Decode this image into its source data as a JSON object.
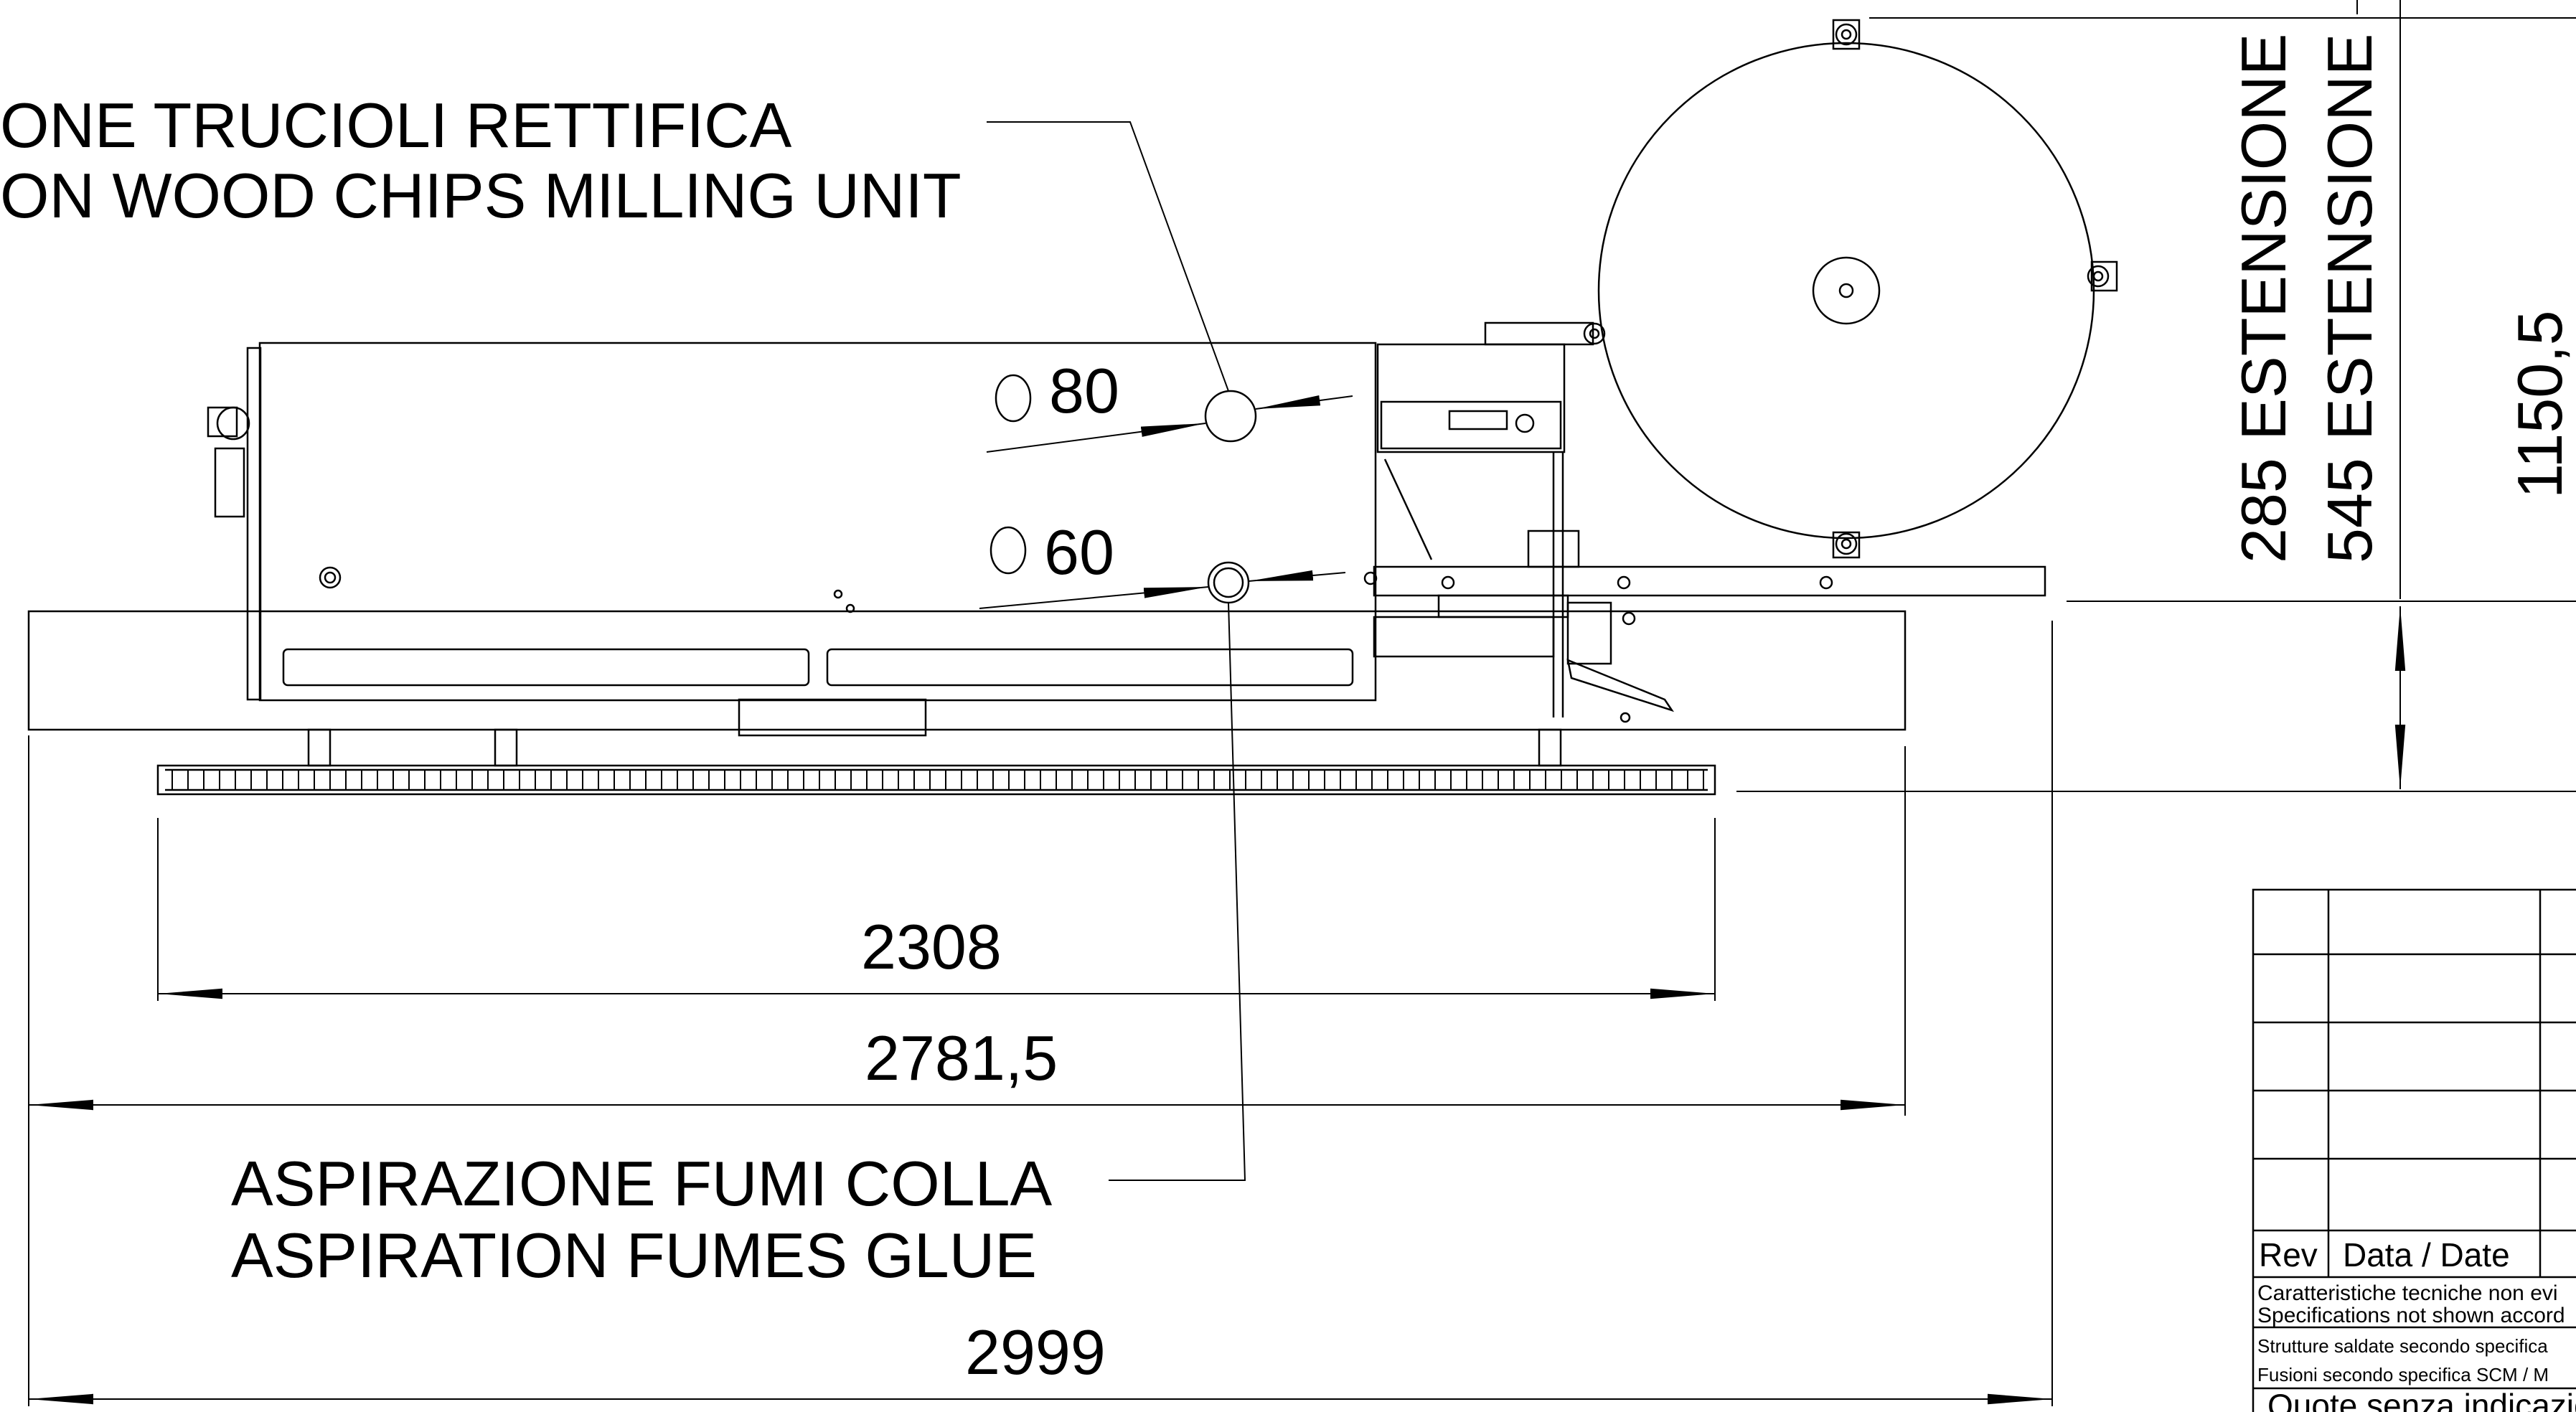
{
  "labels": {
    "top_line1": "ONE TRUCIOLI RETTIFICA",
    "top_line2": "ON WOOD CHIPS MILLING UNIT",
    "bottom_line1": "ASPIRAZIONE FUMI COLLA",
    "bottom_line2": "ASPIRATION FUMES GLUE",
    "ext1": "285  ESTENSIONE",
    "ext2": "545  ESTENSIONE"
  },
  "dimensions": {
    "d80": "80",
    "d60": "60",
    "d2308": "2308",
    "d27815": "2781,5",
    "d2999": "2999",
    "d11505": "1150,5"
  },
  "title_block": {
    "rev": "Rev",
    "date": "Data / Date",
    "note1": "Caratteristiche tecniche non evi",
    "note2": "Specifications not shown accord",
    "note3": "Strutture saldate secondo specifica",
    "note4": "Fusioni secondo specifica SCM / M",
    "note5": "Quote senza indicazio"
  }
}
